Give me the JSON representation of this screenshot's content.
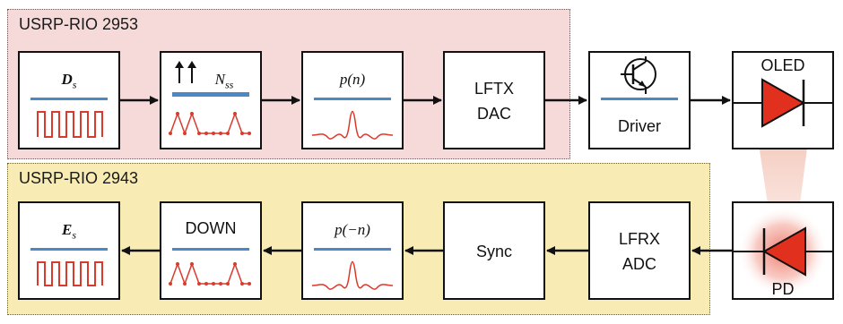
{
  "panels": {
    "top_title": "USRP-RIO 2953",
    "bottom_title": "USRP-RIO 2943"
  },
  "top_row": {
    "ds_main": "D",
    "ds_sub": "s",
    "upsample_main": "N",
    "upsample_sub": "ss",
    "pulse_shape": "p(n)",
    "lftx_line1": "LFTX",
    "lftx_line2": "DAC",
    "driver": "Driver",
    "oled": "OLED"
  },
  "bottom_row": {
    "es_main": "E",
    "es_sub": "s",
    "down": "DOWN",
    "matched_filter": "p(−n)",
    "sync": "Sync",
    "lfrx_line1": "LFRX",
    "lfrx_line2": "ADC",
    "pd": "PD"
  },
  "colors": {
    "signal_red": "#d93a2b",
    "line_blue": "#4c88c4",
    "led_red": "#e2301f",
    "top_panel": "#f6dada",
    "bottom_panel": "#f8ecb4"
  }
}
